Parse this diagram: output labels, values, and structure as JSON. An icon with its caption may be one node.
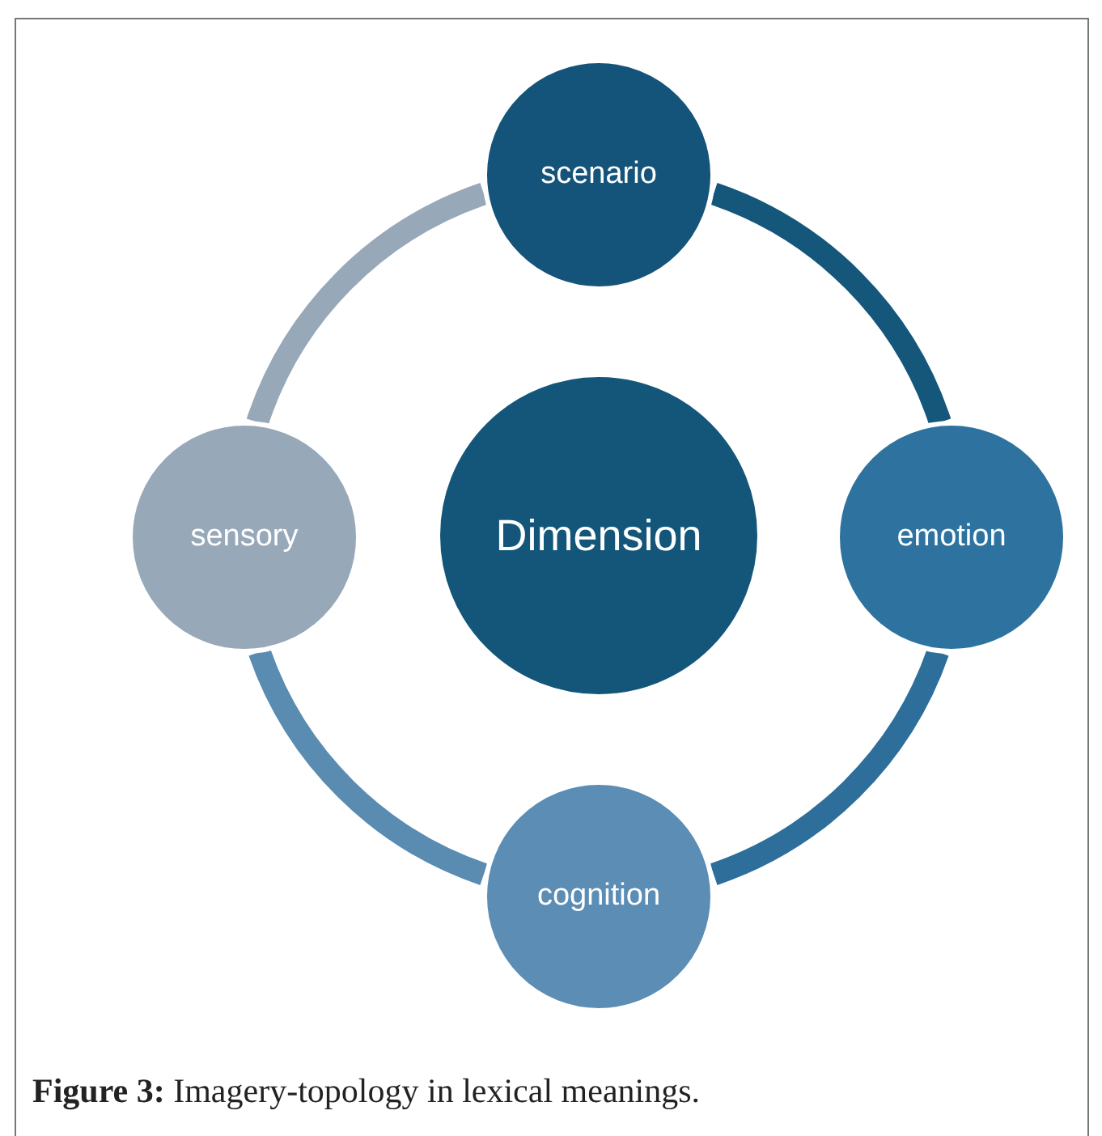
{
  "diagram": {
    "caption": "**Figure 3:** Imagery-topology in lexical meanings.",
    "nodes": [
      {
        "text": [
          "Dimension"
        ]
      },
      {
        "text": [
          "scenario"
        ]
      },
      {
        "text": [
          "emotion"
        ]
      },
      {
        "text": [
          "cognition"
        ]
      },
      {
        "text": [
          "sensory"
        ]
      }
    ],
    "edges": [
      {
        "from": 1,
        "to": 2,
        "arrow": "none",
        "color": "#14577b"
      },
      {
        "from": 2,
        "to": 3,
        "arrow": "none",
        "color": "#2d6f9a"
      },
      {
        "from": 3,
        "to": 4,
        "arrow": "none",
        "color": "#5a8cb2"
      },
      {
        "from": 4,
        "to": 1,
        "arrow": "none",
        "color": "#97a8b8"
      }
    ]
  }
}
